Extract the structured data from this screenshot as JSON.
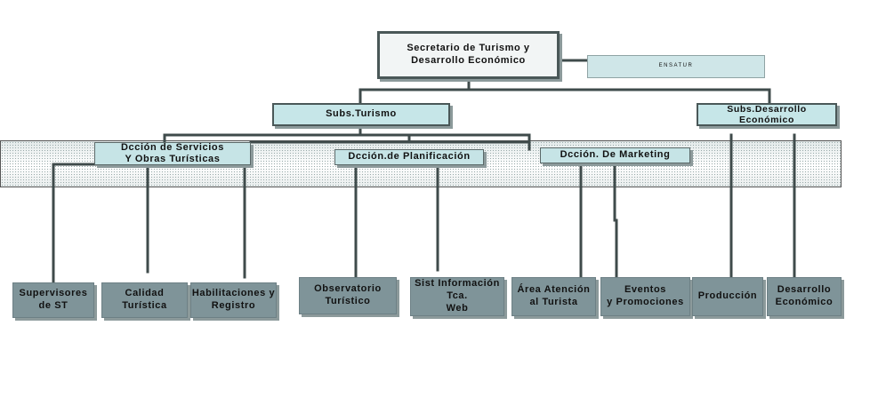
{
  "top": {
    "label": "Secretario de Turismo y\nDesarrollo Económico"
  },
  "side": {
    "label": "ENSATUR"
  },
  "level1": {
    "turismo": "Subs.Turismo",
    "desarrollo": "Subs.Desarrollo\nEconómico"
  },
  "level2": {
    "servicios": "Dcción de Servicios\nY Obras Turísticas",
    "planificacion": "Dcción.de Planificación",
    "marketing": "Dcción. De Marketing"
  },
  "leaves": {
    "supervisores": "Supervisores\nde ST",
    "calidad": "Calidad\nTurística",
    "habilitaciones": "Habilitaciones y\nRegistro",
    "observatorio": "Observatorio\nTurístico",
    "sist_info": "Sist Información\nTca.\nWeb",
    "area_atencion": "Área Atención\nal Turista",
    "eventos": "Eventos\ny Promociones",
    "produccion": "Producción",
    "desarrollo_eco": "Desarrollo\nEconómico"
  },
  "colors": {
    "line": "#3f4b4b",
    "leaf_fill": "#7f9499",
    "box_fill": "#c6e6e8"
  }
}
